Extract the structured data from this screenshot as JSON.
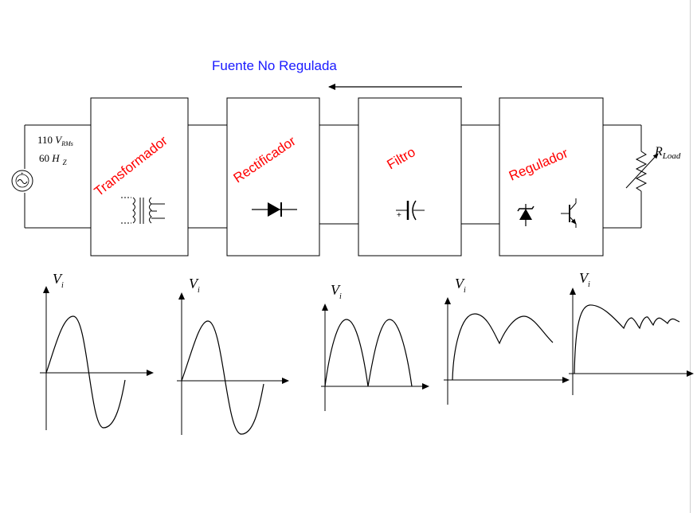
{
  "title": "Fuente No Regulada",
  "source": {
    "voltage_value": "110",
    "voltage_symbol": "V",
    "voltage_subscript": "RMs",
    "frequency_value": "60",
    "frequency_symbol": "H",
    "frequency_subscript": "Z"
  },
  "blocks": [
    {
      "label": "Transformador",
      "icon": "transformer-icon"
    },
    {
      "label": "Rectificador",
      "icon": "diode-icon"
    },
    {
      "label": "Filtro",
      "icon": "capacitor-icon"
    },
    {
      "label": "Regulador",
      "icon": "zener-transistor-icon"
    }
  ],
  "load": {
    "symbol": "R",
    "subscript": "Load"
  },
  "waveforms": [
    {
      "axis_symbol": "V",
      "axis_subscript": "i",
      "shape": "sine"
    },
    {
      "axis_symbol": "V",
      "axis_subscript": "i",
      "shape": "sine"
    },
    {
      "axis_symbol": "V",
      "axis_subscript": "i",
      "shape": "full-wave-rectified"
    },
    {
      "axis_symbol": "V",
      "axis_subscript": "i",
      "shape": "filtered-ripple"
    },
    {
      "axis_symbol": "V",
      "axis_subscript": "i",
      "shape": "regulated-decaying-ripple"
    }
  ],
  "colors": {
    "title": "#1a1aff",
    "block_label": "#ff0000",
    "line": "#000000"
  }
}
